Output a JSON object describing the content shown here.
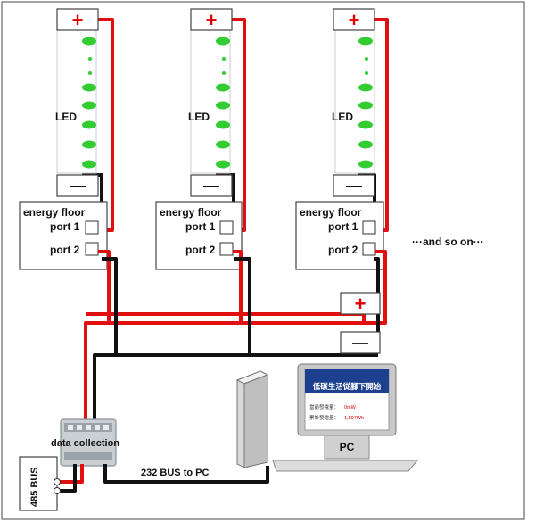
{
  "diagram": {
    "columns": [
      {
        "led_label": "LED",
        "plus_sign": "+",
        "minus_sign": "—",
        "floor_title": "energy floor",
        "port1": "port 1",
        "port2": "port 2"
      },
      {
        "led_label": "LED",
        "plus_sign": "+",
        "minus_sign": "—",
        "floor_title": "energy floor",
        "port1": "port 1",
        "port2": "port 2"
      },
      {
        "led_label": "LED",
        "plus_sign": "+",
        "minus_sign": "—",
        "floor_title": "energy floor",
        "port1": "port 1",
        "port2": "port 2"
      }
    ],
    "and_so_on": "···and so on···",
    "bus_plus": "+",
    "bus_minus": "—",
    "data_collection": "data collection",
    "rs485_label": "485 BUS",
    "rs232_label": "232 BUS to PC",
    "pc_label": "PC",
    "monitor_screen": {
      "headline": "低碳生活從腳下開始",
      "line1_label": "當前發電量：",
      "line1_value": "0mW",
      "line2_label": "累計發電量：",
      "line2_value": "1,597Wh"
    },
    "colors": {
      "positive_wire": "#e01010",
      "negative_wire": "#111111",
      "led": "#33cc33",
      "plus_sign": "#dd0000"
    }
  }
}
